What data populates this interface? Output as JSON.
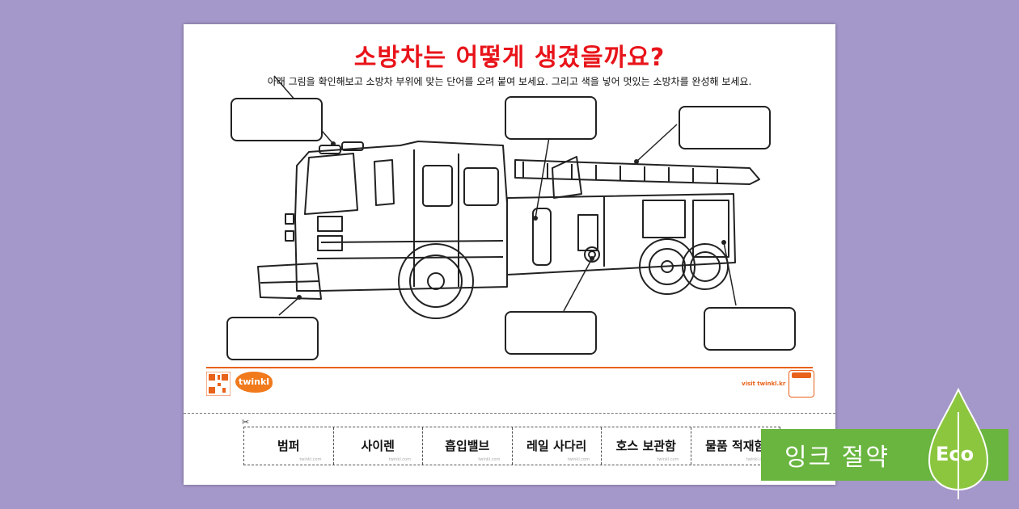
{
  "worksheet": {
    "title": "소방차는 어떻게 생겼을까요?",
    "instructions": "아래 그림을 확인해보고 소방차 부위에 맞는 단어를 오려 붙여 보세요.  그리고 색을 넣어 멋있는 소방차를 완성해 보세요.",
    "footer": {
      "brand": "twinkl",
      "url": "visit twinkl.kr"
    },
    "word_cards": [
      {
        "label": "범퍼",
        "watermark": "twinkl.com"
      },
      {
        "label": "사이렌",
        "watermark": "twinkl.com"
      },
      {
        "label": "흡입밸브",
        "watermark": "twinkl.com"
      },
      {
        "label": "레일 사다리",
        "watermark": "twinkl.com"
      },
      {
        "label": "호스 보관함",
        "watermark": "twinkl.com"
      },
      {
        "label": "물품 적재함",
        "watermark": "twinkl.com"
      }
    ]
  },
  "eco_banner": {
    "text": "잉크 절약",
    "badge": "Eco",
    "color": "#69b53f"
  },
  "colors": {
    "background": "#a497c9",
    "title": "#e8141a",
    "accent": "#e8621a"
  }
}
